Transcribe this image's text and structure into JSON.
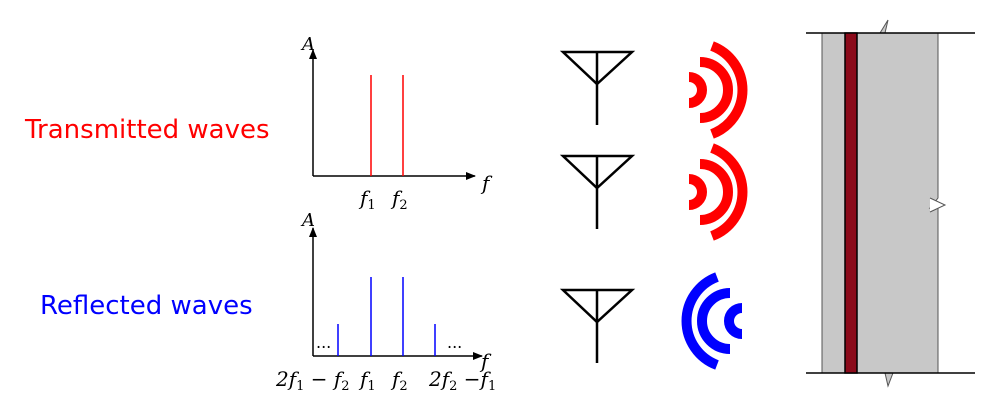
{
  "labels": {
    "transmitted": "Transmitted waves",
    "reflected": "Reflected waves"
  },
  "axes": {
    "amplitude": "A",
    "frequency": "f"
  },
  "ticks": {
    "f1": "f",
    "f1_sub": "1",
    "f2": "f",
    "f2_sub": "2",
    "lower": "2f",
    "lower_sub": "1",
    "lower_rest": " − f",
    "lower_rest_sub": "2",
    "upper": "2f",
    "upper_sub": "2",
    "upper_rest": " −f",
    "upper_rest_sub": "1"
  },
  "ellipsis": "...",
  "colors": {
    "transmitted": "#ff0000",
    "reflected": "#0000ff",
    "beam_fill": "#c8c8c8",
    "beam_core": "#8b0a1a",
    "axis": "#000000"
  },
  "icons": [
    "antenna-icon",
    "antenna-icon",
    "antenna-icon",
    "signal-waves-icon",
    "signal-waves-icon",
    "signal-waves-icon"
  ]
}
